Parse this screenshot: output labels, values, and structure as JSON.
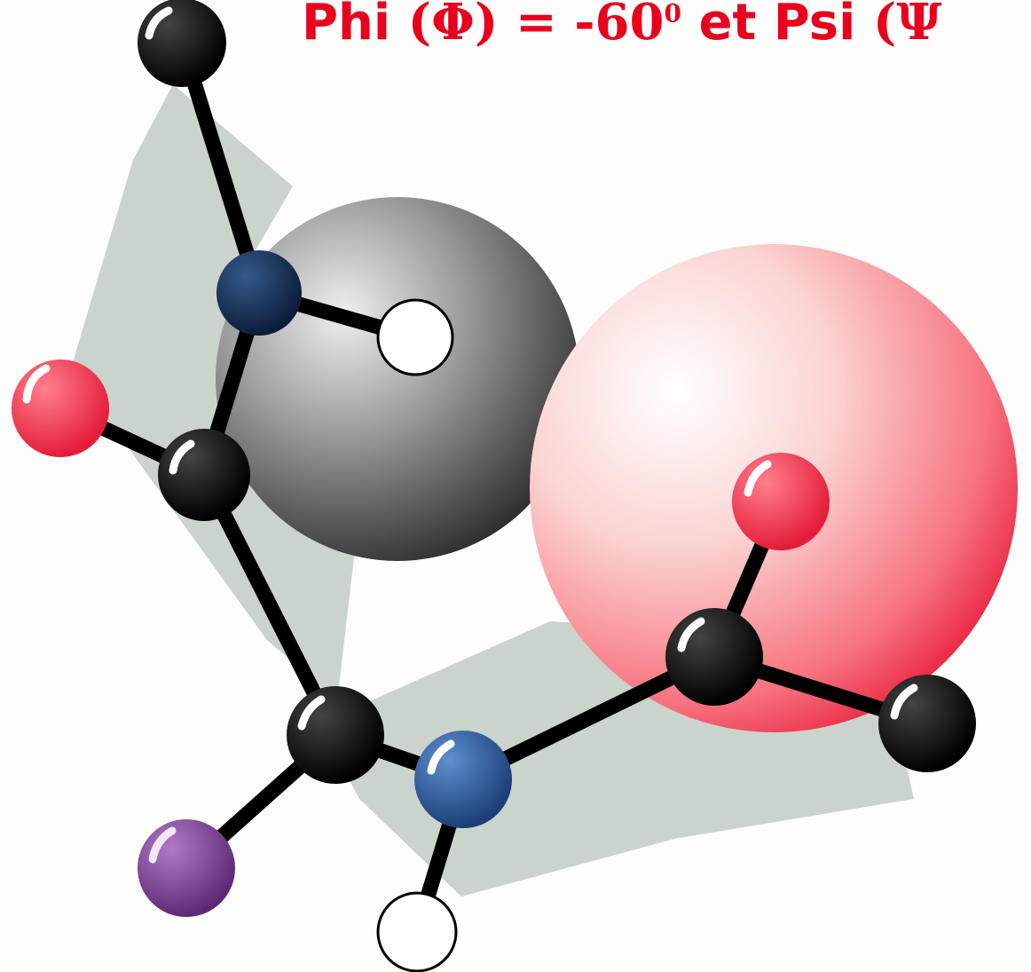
{
  "title": {
    "phi_word": "Phi",
    "phi_symbol": "(Φ)",
    "phi_value": "= -60",
    "phi_degree": "0",
    "conj": "et",
    "psi_word": "Psi",
    "psi_symbol": "(Ψ",
    "color": "#e8001c"
  },
  "colors": {
    "carbon": "#0a0a0a",
    "oxygen": "#f2394e",
    "nitrogen": "#2e5f9c",
    "side_chain": "#8a46a3",
    "hydrogen": "#ffffff",
    "plane": "#c4cfc6",
    "sphere_grey": "#7a7a7a",
    "sphere_pink": "#f98b94"
  },
  "atoms": [
    {
      "name": "carbon-atom-top",
      "element": "C"
    },
    {
      "name": "nitrogen-atom-upper",
      "element": "N"
    },
    {
      "name": "hydrogen-atom-upper",
      "element": "H"
    },
    {
      "name": "oxygen-atom-left",
      "element": "O"
    },
    {
      "name": "carbon-atom-carbonyl",
      "element": "C"
    },
    {
      "name": "carbon-atom-alpha",
      "element": "C"
    },
    {
      "name": "side-chain-atom",
      "element": "R"
    },
    {
      "name": "nitrogen-atom-lower",
      "element": "N"
    },
    {
      "name": "hydrogen-atom-lower",
      "element": "H"
    },
    {
      "name": "carbon-atom-carbonyl-right",
      "element": "C"
    },
    {
      "name": "oxygen-atom-right",
      "element": "O"
    },
    {
      "name": "carbon-atom-right",
      "element": "C"
    }
  ]
}
